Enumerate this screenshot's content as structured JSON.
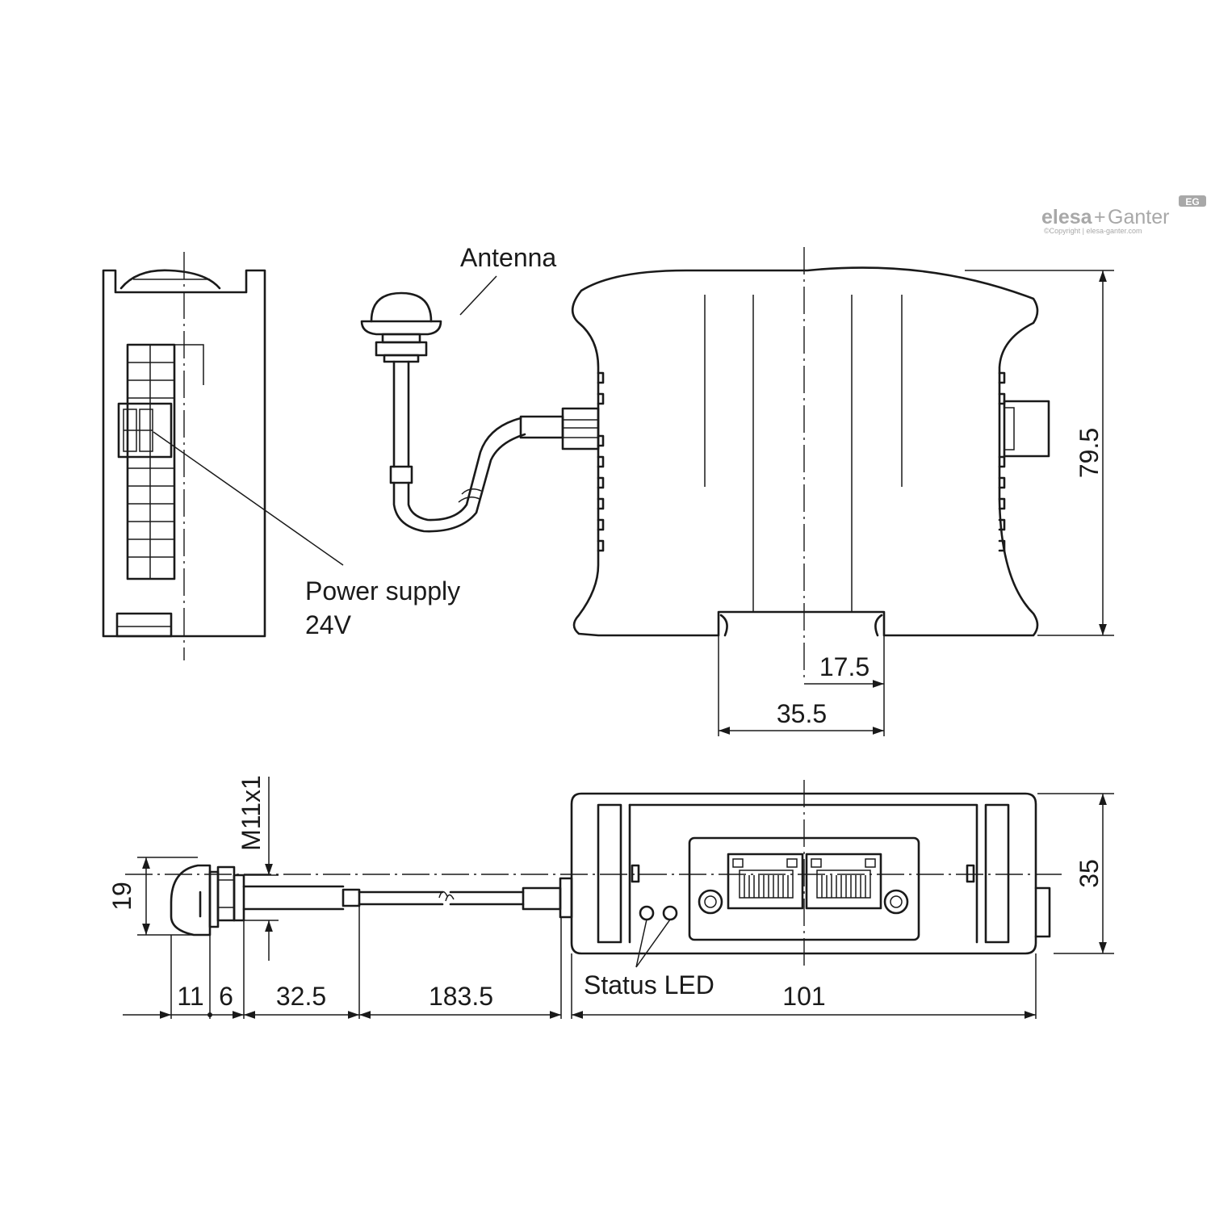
{
  "brand": {
    "logo_primary": "elesa",
    "logo_plus": "+",
    "logo_secondary": "Ganter",
    "badge": "EG",
    "copyright": "©Copyright | elesa-ganter.com"
  },
  "labels": {
    "antenna": "Antenna",
    "power_supply_line1": "Power supply",
    "power_supply_line2": "24V",
    "status_led": "Status LED"
  },
  "dimensions": {
    "height_front": "79.5",
    "rail_offset": "17.5",
    "rail_width": "35.5",
    "thread": "M11x1",
    "antenna_diameter": "19",
    "antenna_height": "11",
    "nut_thickness": "6",
    "antenna_rod": "32.5",
    "cable_length": "183.5",
    "body_length": "101",
    "body_depth": "35"
  }
}
